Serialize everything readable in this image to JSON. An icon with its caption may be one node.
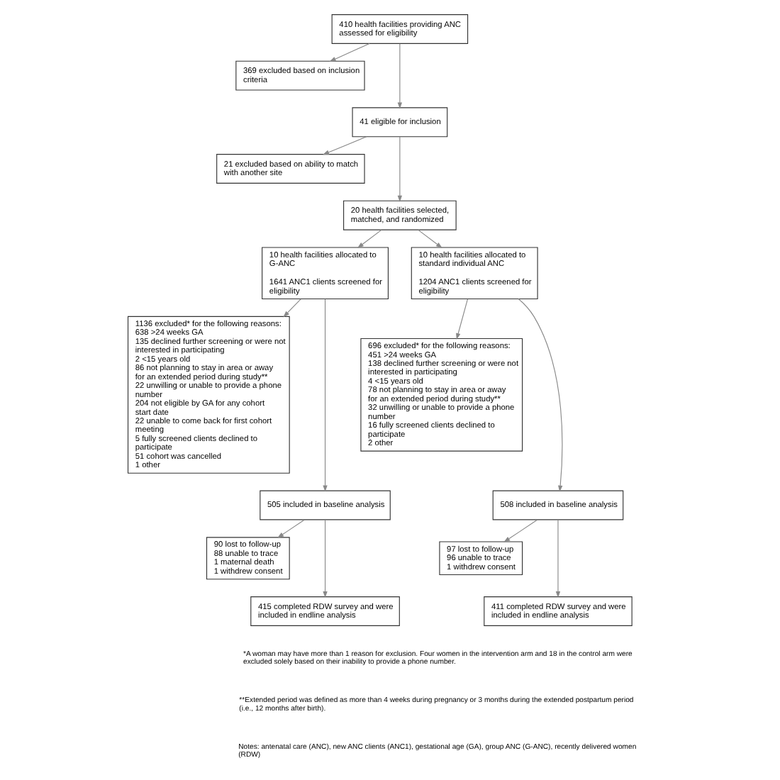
{
  "diagram": {
    "nodes": [
      {
        "text": [
          "410 health facilities providing ANC assessed for eligibility"
        ]
      },
      {
        "text": [
          "369 excluded based on inclusion criteria"
        ]
      },
      {
        "text": [
          "41 eligible for inclusion"
        ]
      },
      {
        "text": [
          "21 excluded based on ability to match with another site"
        ]
      },
      {
        "text": [
          "20 health facilities selected, matched, and randomized"
        ]
      },
      {
        "text": [
          "10 health facilities allocated to G-ANC",
          "1641 ANC1 clients screened for eligibility"
        ]
      },
      {
        "text": [
          "10 health facilities allocated to standard individual ANC",
          "1204 ANC1 clients screened for eligibility"
        ]
      },
      {
        "text": [
          "1136 excluded* for the following reasons:",
          "638 >24 weeks GA",
          "135 declined further screening or were not interested in participating",
          "2 <15 years old",
          "86 not planning to stay in area or away for an extended period during study**",
          "22 unwilling or unable to provide a phone number",
          "204 not eligible by GA for any cohort start date",
          "22 unable to come back for first cohort meeting",
          "5 fully screened clients declined to participate",
          "51 cohort was cancelled",
          "1 other"
        ]
      },
      {
        "text": [
          "696 excluded* for the following reasons:",
          "451 >24 weeks GA",
          "138 declined further screening or were not interested in participating",
          "4 <15 years old",
          "78 not planning to stay in area or away for an extended period during study**",
          "32 unwilling or unable to provide a phone number",
          "16 fully screened clients declined to participate",
          "2 other"
        ]
      },
      {
        "text": [
          "505 included in baseline analysis"
        ]
      },
      {
        "text": [
          "508 included in baseline analysis"
        ]
      },
      {
        "text": [
          "90 lost to follow-up",
          "88 unable to trace",
          "1 maternal death",
          "1 withdrew consent"
        ]
      },
      {
        "text": [
          "97 lost to follow-up",
          "96 unable to trace",
          "1 withdrew consent"
        ]
      },
      {
        "text": [
          "415 completed RDW survey and were included in endline analysis"
        ]
      },
      {
        "text": [
          "411 completed RDW survey and were included in endline analysis"
        ]
      }
    ],
    "edges": [
      {
        "from": 0,
        "to": 2,
        "arrow": "to"
      },
      {
        "from": 0,
        "to": 1,
        "arrow": "to"
      },
      {
        "from": 2,
        "to": 4,
        "arrow": "to"
      },
      {
        "from": 2,
        "to": 3,
        "arrow": "to"
      },
      {
        "from": 4,
        "to": 5,
        "arrow": "to"
      },
      {
        "from": 4,
        "to": 6,
        "arrow": "to"
      },
      {
        "from": 5,
        "to": 9,
        "arrow": "to"
      },
      {
        "from": 5,
        "to": 7,
        "arrow": "to"
      },
      {
        "from": 6,
        "to": 10,
        "arrow": "to"
      },
      {
        "from": 6,
        "to": 8,
        "arrow": "to"
      },
      {
        "from": 9,
        "to": 13,
        "arrow": "to"
      },
      {
        "from": 9,
        "to": 11,
        "arrow": "to"
      },
      {
        "from": 10,
        "to": 14,
        "arrow": "to"
      },
      {
        "from": 10,
        "to": 12,
        "arrow": "to"
      }
    ],
    "labels": [
      "*A woman may have more than 1 reason for exclusion. Four women in the intervention arm and 18 in the control arm were excluded solely based on their inability to provide a phone number.",
      "**Extended period was defined as more than 4 weeks during pregnancy or 3 months during the extended postpartum period (i.e., 12 months after birth).",
      "Notes: antenatal care (ANC), new ANC clients (ANC1), gestational age (GA), group ANC (G-ANC), recently delivered women (RDW)"
    ]
  }
}
